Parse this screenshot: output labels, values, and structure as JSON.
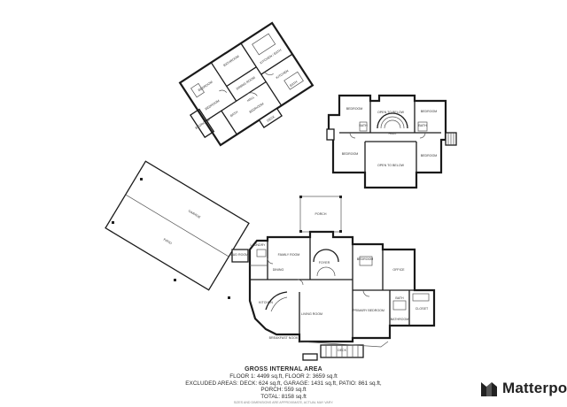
{
  "area_summary": {
    "title": "GROSS INTERNAL AREA",
    "floors": "FLOOR 1: 4499 sq.ft, FLOOR 2: 3659 sq.ft",
    "excluded": "EXCLUDED AREAS: DECK: 624 sq.ft, GARAGE: 1431 sq.ft, PATIO: 861 sq.ft, PORCH: 559 sq.ft",
    "total": "TOTAL: 8158 sq.ft",
    "disclaimer": "SIZES AND DIMENSIONS ARE APPROXIMATE, ACTUAL MAY VARY."
  },
  "brand": {
    "name": "Matterpo"
  },
  "rooms": {
    "upper": [
      "BEDROOM",
      "BATHROOM",
      "KITCHEN / BATH",
      "BEDROOM",
      "DINING ROOM",
      "BATH",
      "KITCHEN",
      "BEDROOM",
      "HALL",
      "DECK",
      "BEDROOM",
      "BATH"
    ],
    "middle": [
      "BEDROOM",
      "OPEN TO BELOW",
      "BEDROOM",
      "HALL",
      "BEDROOM",
      "OPEN TO BELOW",
      "BEDROOM",
      "BATH",
      "BATH"
    ],
    "lower": [
      "GARAGE",
      "PATIO",
      "PORCH",
      "LAUNDRY",
      "MUD ROOM",
      "FAMILY ROOM",
      "DINING",
      "FOYER",
      "BEDROOM",
      "OFFICE",
      "KITCHEN",
      "LIVING ROOM",
      "PRIMARY BEDROOM",
      "BATHROOM",
      "CLOSET",
      "BREAKFAST NOOK",
      "DECK",
      "BATH"
    ]
  },
  "colors": {
    "wall": "#1a1a1a",
    "background": "#ffffff",
    "text": "#222222"
  }
}
